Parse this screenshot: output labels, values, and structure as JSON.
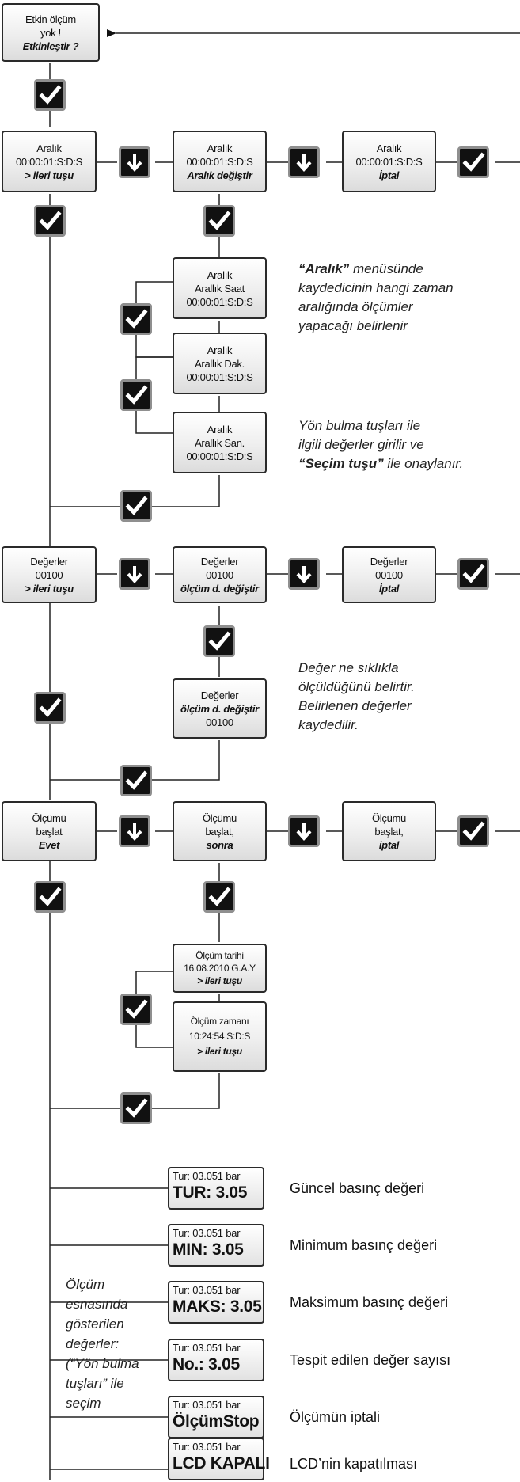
{
  "start": {
    "line1": "Etkin ölçüm",
    "line2": "yok !",
    "line3": "Etkinleştir ?"
  },
  "interval_row": [
    {
      "line1": "Aralık",
      "line2": "00:00:01:S:D:S",
      "line3": "> ileri tuşu"
    },
    {
      "line1": "Aralık",
      "line2": "00:00:01:S:D:S",
      "line3": "Aralık değiştir"
    },
    {
      "line1": "Aralık",
      "line2": "00:00:01:S:D:S",
      "line3": "İptal"
    }
  ],
  "interval_sub": [
    {
      "line1": "Aralık",
      "line2": "Arallık Saat",
      "line3": "00:00:01:S:D:S"
    },
    {
      "line1": "Aralık",
      "line2": "Arallık Dak.",
      "line3": "00:00:01:S:D:S"
    },
    {
      "line1": "Aralık",
      "line2": "Arallık San.",
      "line3": "00:00:01:S:D:S"
    }
  ],
  "note1": {
    "bold": "“Aralık”",
    "l1": " menüsünde",
    "l2": "kaydedicinin hangi zaman",
    "l3": "aralığında ölçümler",
    "l4": "yapacağı belirlenir"
  },
  "note2": {
    "l1": "Yön bulma tuşları ile",
    "l2": "ilgili değerler girilir ve",
    "bold": "“Seçim tuşu”",
    "l3": " ile onaylanır."
  },
  "values_row": [
    {
      "line1": "Değerler",
      "line2": "00100",
      "line3": "> ileri tuşu"
    },
    {
      "line1": "Değerler",
      "line2": "00100",
      "line3": "ölçüm d. değiştir"
    },
    {
      "line1": "Değerler",
      "line2": "00100",
      "line3": "İptal"
    }
  ],
  "values_sub": {
    "line1": "Değerler",
    "line2": "ölçüm d. değiştir",
    "line3": "00100"
  },
  "note3": {
    "l1": "Değer ne sıklıkla",
    "l2": "ölçüldüğünü belirtir.",
    "l3": "Belirlenen değerler",
    "l4": "kaydedilir."
  },
  "start_row": [
    {
      "line1": "Ölçümü",
      "line2": "başlat",
      "line3": "Evet"
    },
    {
      "line1": "Ölçümü",
      "line2": "başlat,",
      "line3": "sonra"
    },
    {
      "line1": "Ölçümü",
      "line2": "başlat,",
      "line3": "iptal"
    }
  ],
  "start_sub": [
    {
      "line1": "Ölçüm tarihi",
      "line2": "16.08.2010 G.A.Y",
      "line3": "> ileri tuşu"
    },
    {
      "line1": "Ölçüm zamanı",
      "line2": "10:24:54 S:D:S",
      "line3": "> ileri tuşu"
    }
  ],
  "side_note": [
    "Ölçüm",
    "esnasında",
    "gösterilen",
    "değerler:",
    "(“Yön bulma",
    "tuşları” ile",
    "seçim"
  ],
  "lcd": [
    {
      "top": "Tur: 03.051 bar",
      "main": "TUR: 3.05",
      "desc": "Güncel basınç değeri"
    },
    {
      "top": "Tur: 03.051 bar",
      "main": "MIN: 3.05",
      "desc": "Minimum basınç değeri"
    },
    {
      "top": "Tur: 03.051 bar",
      "main": "MAKS: 3.05",
      "desc": "Maksimum basınç değeri"
    },
    {
      "top": "Tur: 03.051 bar",
      "main": "No.: 3.05",
      "desc": "Tespit edilen değer sayısı"
    },
    {
      "top": "Tur: 03.051 bar",
      "main": "ÖlçümStop",
      "desc": "Ölçümün iptali"
    },
    {
      "top": "Tur: 03.051 bar",
      "main": "LCD KAPALI",
      "desc": "LCD’nin kapatılması"
    }
  ]
}
